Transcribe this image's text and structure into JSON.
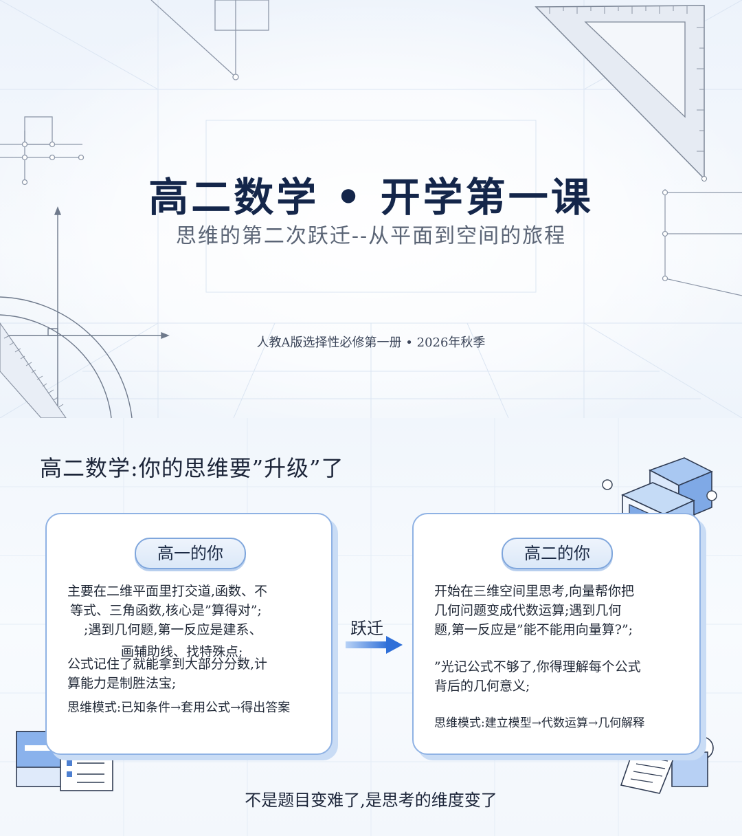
{
  "cover": {
    "title": "高二数学 • 开学第一课",
    "subtitle": "思维的第二次跃迁--从平面到空间的旅程",
    "footer": "人教A版选择性必修第一册 • 2026年秋季"
  },
  "intro": {
    "heading": "高二数学:你的思维要”升级”了",
    "left_card": {
      "label": "高一的你",
      "lines": [
        "主要在二维平面里打交道,函数、不",
        "等式、三角函数,核心是”算得对”;",
        ";遇到几何题,第一反应是建系、",
        "画辅助线、找特殊点;",
        "公式记住了就能拿到大部分分数,计",
        "算能力是制胜法宝;",
        "思维模式:已知条件→套用公式→得出答案"
      ]
    },
    "leap": "跃迁",
    "right_card": {
      "label": "高二的你",
      "lines": [
        "开始在三维空间里思考,向量帮你把",
        "几何问题变成代数运算;遇到几何",
        "题,第一反应是”能不能用向量算?”;",
        "”光记公式不够了,你得理解每个公式",
        "背后的几何意义;",
        "思维模式:建立模型→代数运算→几何解释"
      ]
    },
    "closing": "不是题目变难了,是思考的维度变了"
  },
  "colors": {
    "accent": "#3f7fe0",
    "navy": "#14264a",
    "card_border": "#8fb2e4"
  }
}
